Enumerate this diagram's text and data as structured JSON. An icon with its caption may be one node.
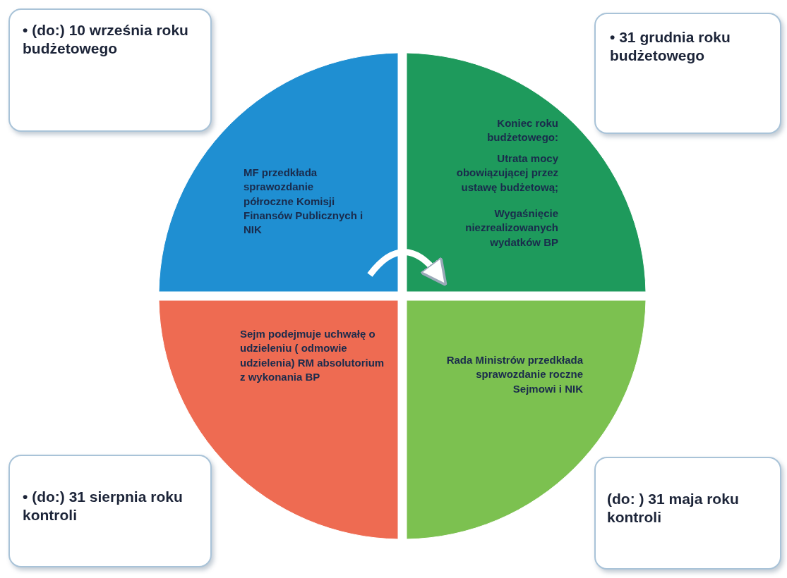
{
  "diagram": {
    "nodes": [
      {
        "text": [
          "• (do:) 10 września roku budżetowego"
        ]
      },
      {
        "text": [
          "• 31 grudnia roku budżetowego"
        ]
      },
      {
        "text": [
          "MF przedkłada sprawozdanie półroczne Komisji Finansów Publicznych i NIK"
        ]
      },
      {
        "text": [
          "Koniec roku budżetowego:",
          "Utrata mocy obowiązującej przez ustawę budżetową;",
          "Wygaśnięcie niezrealizowanych wydatków BP"
        ]
      },
      {
        "text": [
          "Sejm podejmuje uchwałę o udzieleniu ( odmowie udzielenia) RM absolutorium z wykonania BP"
        ]
      },
      {
        "text": [
          "Rada Ministrów przedkłada sprawozdanie roczne Sejmowi i NIK"
        ]
      },
      {
        "text": [
          "• (do:) 31 sierpnia roku kontroli"
        ]
      },
      {
        "text": [
          "(do: ) 31 maja roku kontroli"
        ]
      }
    ],
    "edges": [
      {
        "from": 2,
        "to": 3,
        "arrow": "to"
      }
    ]
  }
}
